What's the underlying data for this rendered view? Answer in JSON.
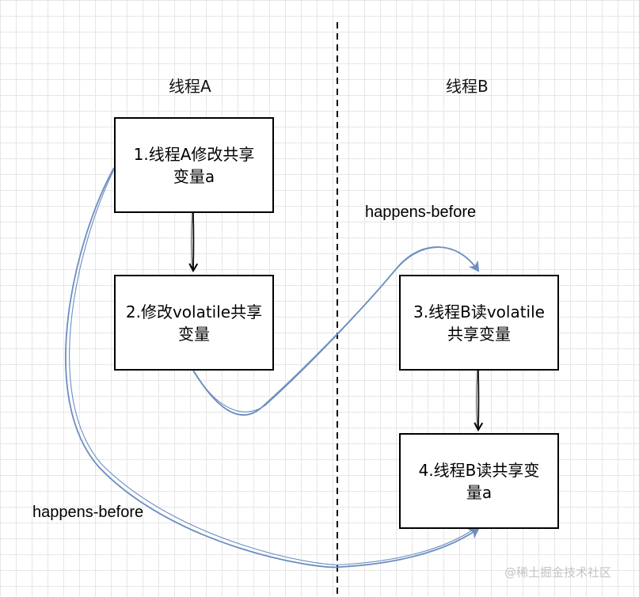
{
  "lanes": {
    "a_title": "线程A",
    "b_title": "线程B"
  },
  "steps": {
    "step1": "1.线程A修改共享\n变量a",
    "step2": "2.修改volatile共享\n变量",
    "step3": "3.线程B读volatile\n共享变量",
    "step4": "4.线程B读共享变\n量a"
  },
  "relations": {
    "hb_upper": "happens-before",
    "hb_lower": "happens-before"
  },
  "watermark": "@稀土掘金技术社区",
  "colors": {
    "grid": "#e6e6e6",
    "box_border": "#000000",
    "curve": "#6c8ebf",
    "divider": "#000000"
  }
}
